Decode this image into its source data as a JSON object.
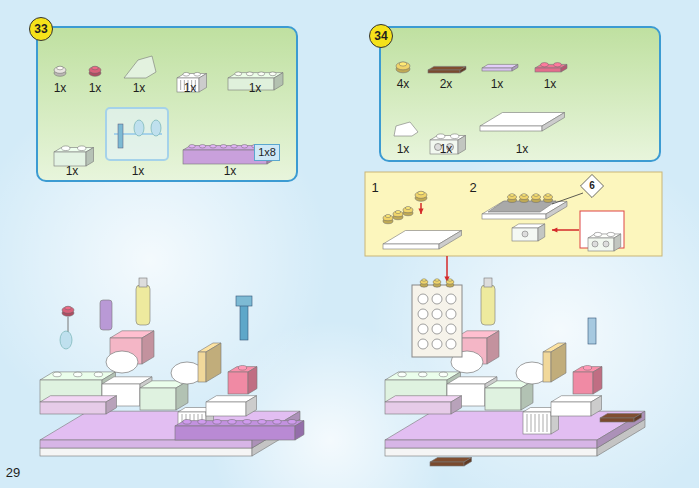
{
  "diagram": {
    "nodes": [
      {
        "text": [
          "33"
        ]
      },
      {
        "text": [
          "1x8"
        ]
      },
      {
        "text": [
          "34"
        ]
      },
      {
        "text": [
          "6"
        ]
      }
    ],
    "labels": [
      "1x",
      "1x",
      "1x",
      "1x",
      "1x",
      "1x",
      "1x",
      "1x",
      "4x",
      "2x",
      "1x",
      "1x",
      "1x",
      "1x",
      "1x",
      "1",
      "2",
      "29"
    ]
  }
}
